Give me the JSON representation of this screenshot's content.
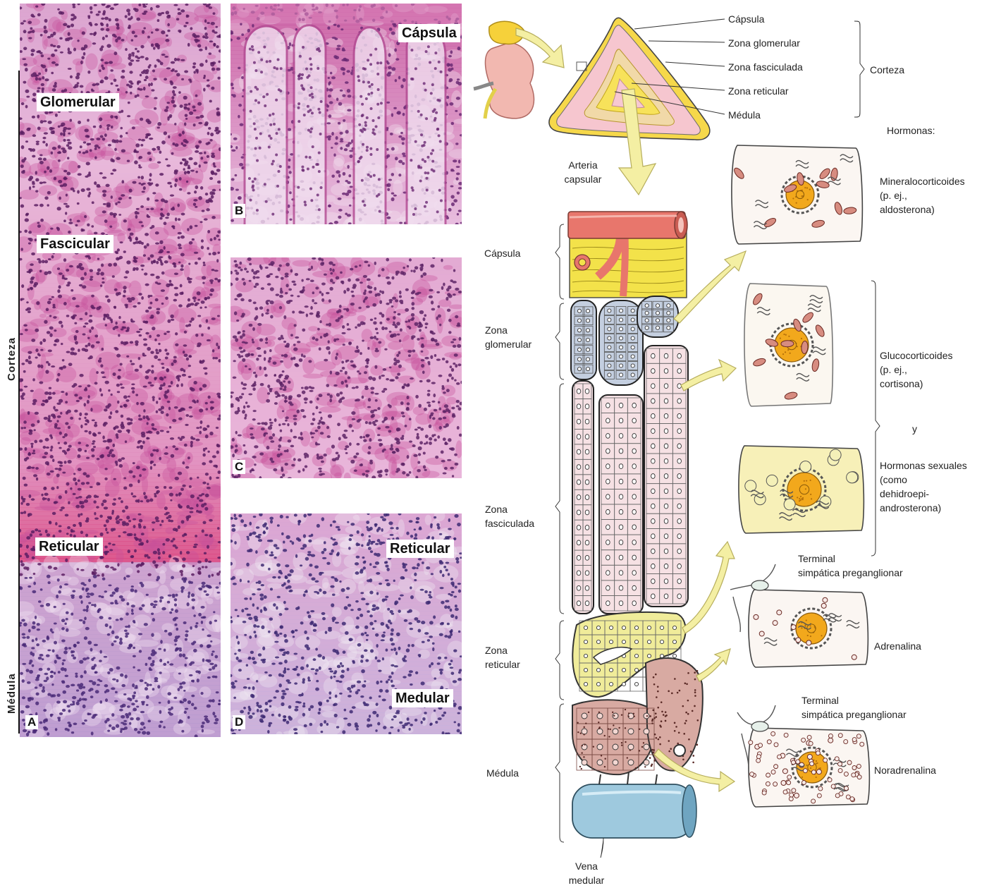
{
  "micrograph": {
    "panel_a": {
      "letter": "A",
      "side_labels": {
        "corteza": "Corteza",
        "medula": "Médula"
      },
      "tags": {
        "glomerular": "Glomerular",
        "fascicular": "Fascicular",
        "reticular": "Reticular"
      }
    },
    "panel_b": {
      "letter": "B",
      "tag": "Cápsula"
    },
    "panel_c": {
      "letter": "C"
    },
    "panel_d": {
      "letter": "D",
      "tags": {
        "reticular": "Reticular",
        "medular": "Medular"
      }
    }
  },
  "gland": {
    "labels": {
      "capsula": "Cápsula",
      "zona_glomerular": "Zona glomerular",
      "zona_fasciculada": "Zona fasciculada",
      "zona_reticular": "Zona reticular",
      "medula": "Médula"
    },
    "bracket_label": "Corteza"
  },
  "column": {
    "top_vessel": "Arteria\ncapsular",
    "bottom_vessel": "Vena\nmedular",
    "zones": {
      "capsula": "Cápsula",
      "glomerular": "Zona\nglomerular",
      "fasciculada": "Zona\nfasciculada",
      "reticular": "Zona\nreticular",
      "medula": "Médula"
    }
  },
  "hormones": {
    "heading": "Hormonas:",
    "mineralo": "Mineralocorticoides\n(p. ej.,\naldosterona)",
    "gluco": "Glucocorticoides\n(p. ej.,\ncortisona)",
    "y": "y",
    "sexuales": "Hormonas sexuales\n(como\ndehidroepi-\nandrosterona)",
    "terminal_1": "Terminal\nsimpática preganglionar",
    "adrenalina": "Adrenalina",
    "terminal_2": "Terminal\nsimpática preganglionar",
    "noradrenalina": "Noradrenalina"
  },
  "colors": {
    "he_pink": "#d98bbd",
    "he_dark": "#8d3f8f",
    "he_red": "#d9467f",
    "medulla_purple": "#a48bc4",
    "capsule_yellow": "#f3e24a",
    "artery_red": "#e8766c",
    "glomerular_blue": "#c4cfe0",
    "fasciculada_pink": "#f6e1e4",
    "reticular_yellow": "#f0ec9a",
    "medula_brown": "#d8aaa2",
    "vein_blue": "#9ec9de",
    "arrow_fill": "#f4efa3",
    "nucleus_orange": "#f2a81c",
    "kidney_pink": "#f2b8b0"
  }
}
